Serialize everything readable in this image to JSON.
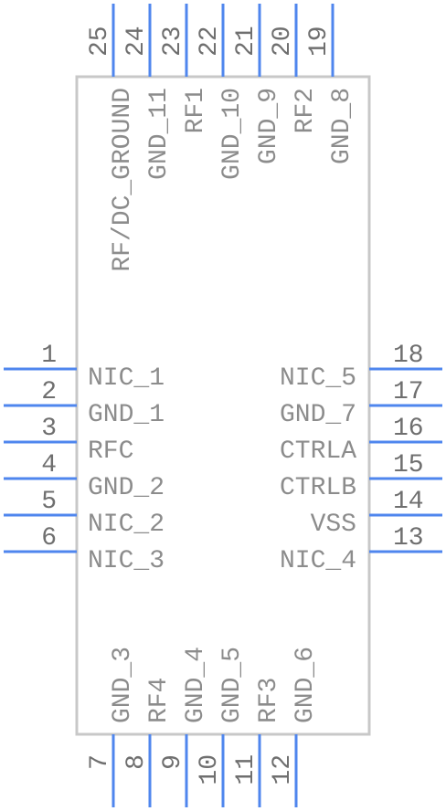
{
  "colors": {
    "pin": "#4f86ee",
    "body_outline": "#c8c8c8",
    "pin_number": "#6f6f6f",
    "pin_label": "#8c8c8c"
  },
  "left_pins": [
    {
      "number": "1",
      "label": "NIC_1"
    },
    {
      "number": "2",
      "label": "GND_1"
    },
    {
      "number": "3",
      "label": "RFC"
    },
    {
      "number": "4",
      "label": "GND_2"
    },
    {
      "number": "5",
      "label": "NIC_2"
    },
    {
      "number": "6",
      "label": "NIC_3"
    }
  ],
  "bottom_pins": [
    {
      "number": "7",
      "label": "GND_3"
    },
    {
      "number": "8",
      "label": "RF4"
    },
    {
      "number": "9",
      "label": "GND_4"
    },
    {
      "number": "10",
      "label": "GND_5"
    },
    {
      "number": "11",
      "label": "RF3"
    },
    {
      "number": "12",
      "label": "GND_6"
    }
  ],
  "right_pins": [
    {
      "number": "13",
      "label": "NIC_4"
    },
    {
      "number": "14",
      "label": "VSS"
    },
    {
      "number": "15",
      "label": "CTRLB"
    },
    {
      "number": "16",
      "label": "CTRLA"
    },
    {
      "number": "17",
      "label": "GND_7"
    },
    {
      "number": "18",
      "label": "NIC_5"
    }
  ],
  "top_pins": [
    {
      "number": "19",
      "label": "GND_8"
    },
    {
      "number": "20",
      "label": "RF2"
    },
    {
      "number": "21",
      "label": "GND_9"
    },
    {
      "number": "22",
      "label": "GND_10"
    },
    {
      "number": "23",
      "label": "RF1"
    },
    {
      "number": "24",
      "label": "GND_11"
    },
    {
      "number": "25",
      "label": "RF/DC_GROUND"
    }
  ]
}
